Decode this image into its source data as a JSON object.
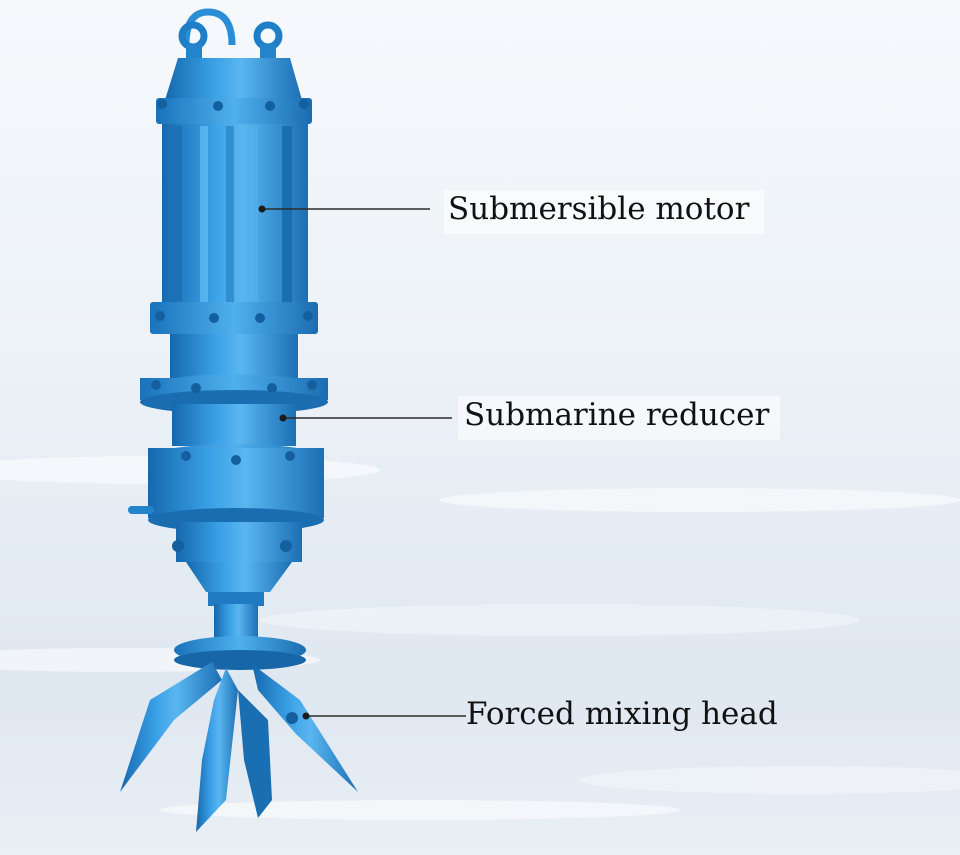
{
  "labels": {
    "motor": "Submersible motor",
    "reducer": "Submarine reducer",
    "head": "Forced mixing head"
  },
  "colors": {
    "body": "#2a8ed6",
    "body_light": "#5ab6f0",
    "body_dark": "#1668ad",
    "leader_line": "#2b2b2b",
    "text": "#111111"
  }
}
